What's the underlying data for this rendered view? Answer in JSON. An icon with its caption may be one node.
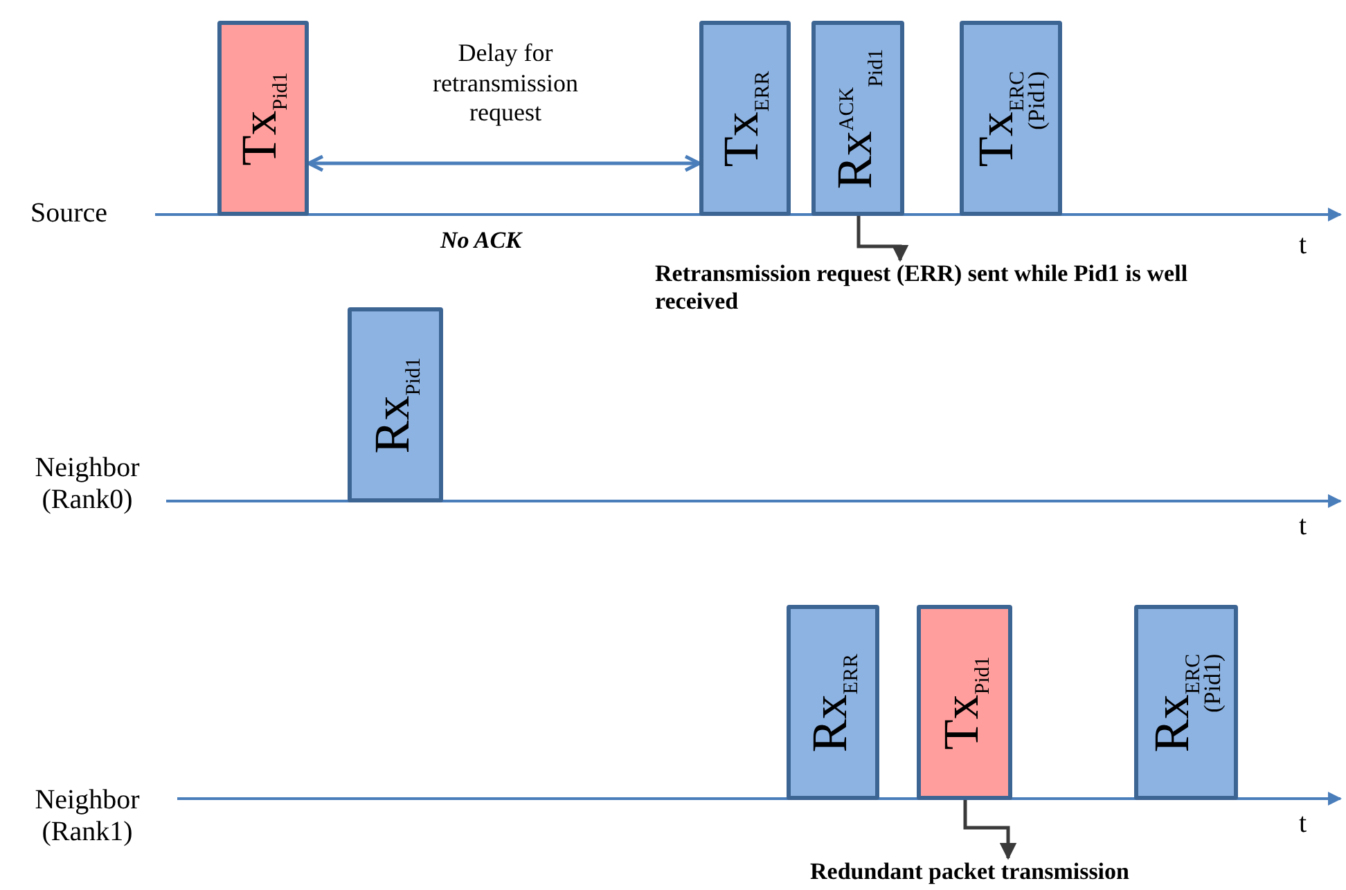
{
  "diagram": {
    "nodes": [
      {
        "text": [
          "Tx$_{Pid1}$"
        ]
      },
      {
        "text": [
          "Tx$_{ERR}$"
        ]
      },
      {
        "text": [
          "Rx$^{ACK}$$_{Pid1}$"
        ]
      },
      {
        "text": [
          "Tx$_{ERC}$",
          "(Pid1)"
        ]
      },
      {
        "text": [
          "Rx$_{Pid1}$"
        ]
      },
      {
        "text": [
          "Rx$_{ERR}$"
        ]
      },
      {
        "text": [
          "Tx$_{Pid1}$"
        ]
      },
      {
        "text": [
          "Rx$_{ERC}$",
          "(Pid1)"
        ]
      },
      {
        "text": [
          "Retransmission request  (ERR) sent while Pid1 is well received"
        ]
      },
      {
        "text": [
          "Redundant packet transmission"
        ]
      }
    ],
    "edges": [
      {
        "from": 0,
        "to": 1,
        "arrow": "both",
        "label": "Delay for retransmission request",
        "color": "#4a7ebb"
      },
      {
        "from": 2,
        "to": 8,
        "arrow": "to"
      },
      {
        "from": 6,
        "to": 9,
        "arrow": "to"
      }
    ],
    "labels": [
      "Source",
      "t",
      "No ACK",
      "Neighbor (Rank0)",
      "t",
      "Neighbor (Rank1)",
      "t"
    ]
  }
}
